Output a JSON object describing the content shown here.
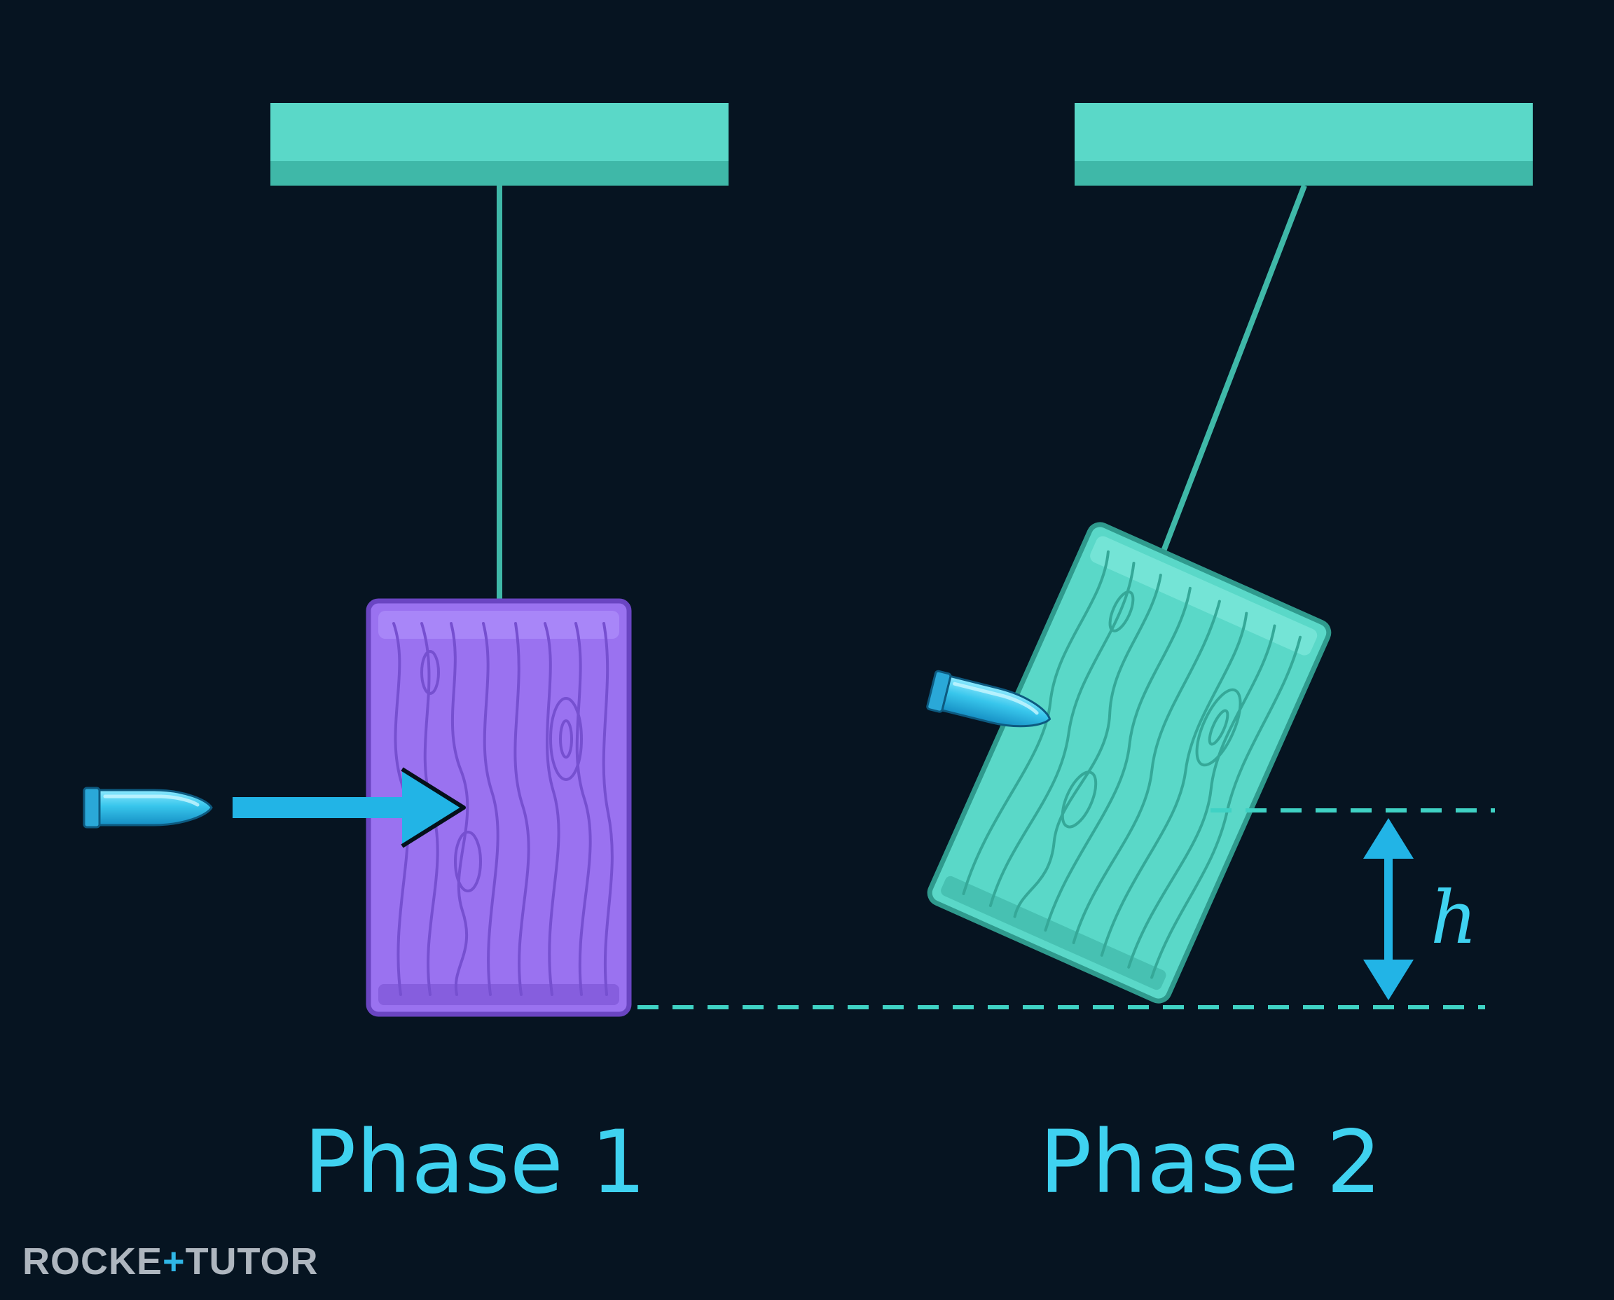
{
  "labels": {
    "phase1": "Phase 1",
    "phase2": "Phase 2",
    "height_symbol": "h"
  },
  "brand": {
    "left": "ROCKE",
    "plus": "+",
    "right": "TUTOR"
  },
  "colors": {
    "background": "#061421",
    "support": "#5ad8c8",
    "string": "#3fb8a8",
    "block_phase1": "#9a72f0",
    "block_phase2": "#5ad8c8",
    "bullet": "#38c6ec",
    "arrow": "#22b4e6",
    "text": "#3fd2f0"
  },
  "icons": {
    "bullet": "bullet-icon",
    "arrow": "arrow-right-icon"
  }
}
